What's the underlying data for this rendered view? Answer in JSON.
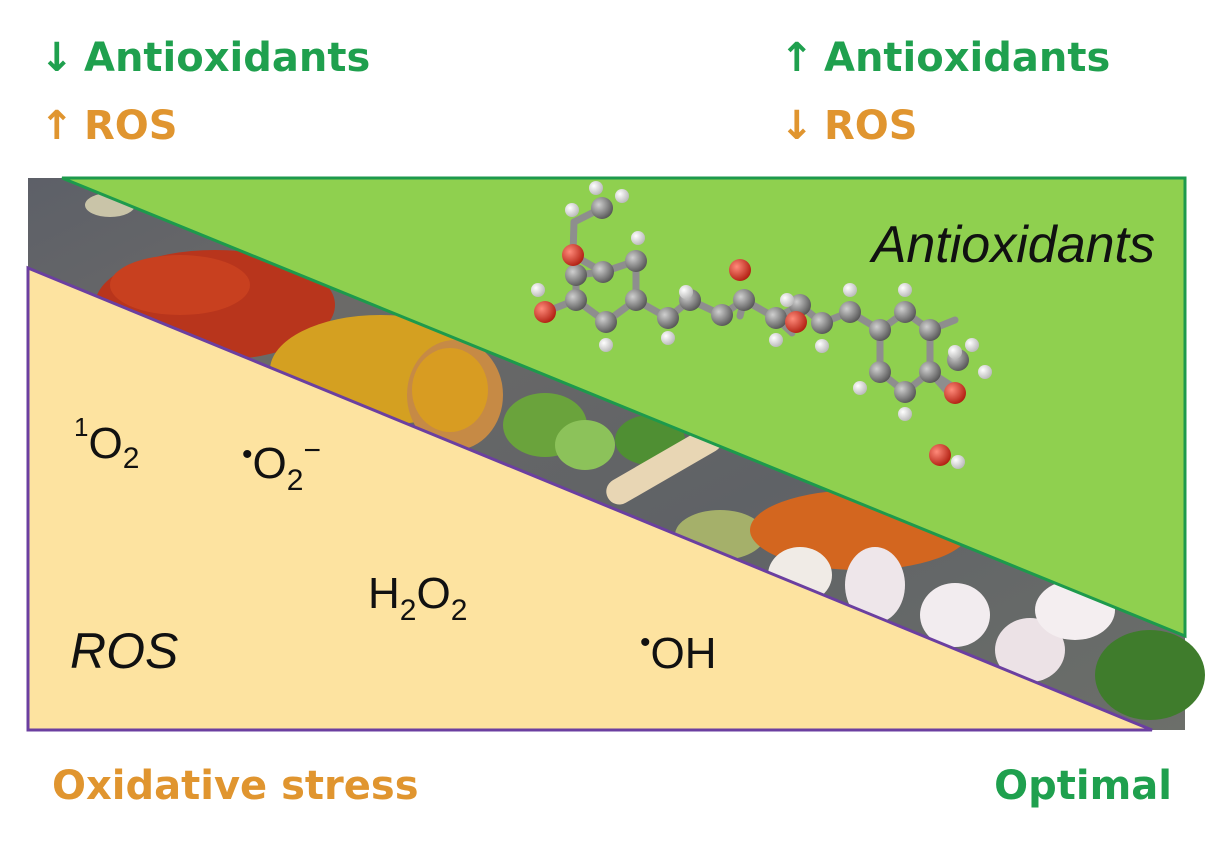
{
  "top_left": {
    "line1": {
      "arrow": "↓",
      "text": "Antioxidants"
    },
    "line2": {
      "arrow": "↑",
      "text": "ROS"
    }
  },
  "top_right": {
    "line1": {
      "arrow": "↑",
      "text": "Antioxidants"
    },
    "line2": {
      "arrow": "↓",
      "text": "ROS"
    }
  },
  "regions": {
    "antioxidants_label": "Antioxidants",
    "ros_label": "ROS"
  },
  "species": {
    "singlet_oxygen": {
      "sup": "1",
      "base": "O",
      "sub": "2"
    },
    "superoxide": {
      "dot": "•",
      "base": "O",
      "sub": "2",
      "sup": "−"
    },
    "hydrogen_peroxide": {
      "h": "H",
      "sub1": "2",
      "o": "O",
      "sub2": "2"
    },
    "hydroxyl": {
      "dot": "•",
      "base": "OH"
    }
  },
  "bottom": {
    "left": "Oxidative stress",
    "right": "Optimal"
  },
  "colors": {
    "green_text": "#1fa04e",
    "orange_text": "#e0952f",
    "antioxidant_fill": "#8fd04f",
    "ros_fill": "#fde3a0",
    "green_border": "#1d9a4c",
    "purple_border": "#6b3fa0"
  }
}
